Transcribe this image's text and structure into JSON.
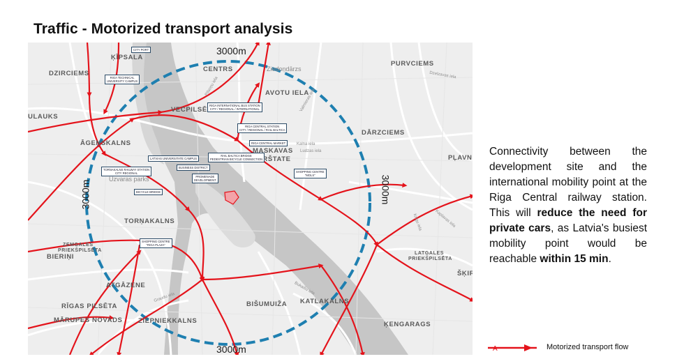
{
  "title": "Traffic - Motorized transport analysis",
  "radius_labels": {
    "top": "3000m",
    "bottom": "3000m",
    "left": "3000m",
    "right": "3000m"
  },
  "districts": {
    "kipsala": "ĶĪPSALA",
    "centrs": "CENTRS",
    "ziedondarzs": "Ziedoņdārzs",
    "purvciems": "PURVCIEMS",
    "dzirciems": "DZIRCIEMS",
    "avotu_iela": "AVOTU IELA",
    "vecpilseta": "VECPILSĒTA",
    "ulauks": "ULAUKS",
    "darzciems": "DĀRZCIEMS",
    "agenskalns": "ĀGENSKALNS",
    "maskavas_forstate_1": "MASKAVAS",
    "maskavas_forstate_2": "FORŠTATE",
    "plavnieki": "PĻAVNIE",
    "uzvaras_parks": "Uzvaras parks",
    "tornakalns": "TORŅAKALNS",
    "zemgales_1": "ZEMGALES",
    "zemgales_2": "PRIEKŠPILSĒTA",
    "bierini": "BIERIŅI",
    "latgales_1": "LATGALES",
    "latgales_2": "PRIEKŠPILSĒTA",
    "skiro": "ŠĶIR",
    "atgazene": "ATGĀZENE",
    "rigas_pilseta": "RĪGAS PILSĒTA",
    "bisumuiza": "BIŠUMUIŽA",
    "katlakalns": "KATLAKALNS",
    "marupes_novads": "MĀRUPES NOVADS",
    "ziepniekkalns": "ZIEPNIEKKALNS",
    "kengarags": "ĶENGARAGS"
  },
  "streets": {
    "dzelzavas": "Dzelzavas iela",
    "valmieras": "Valmieras iela",
    "kalna": "Kalna iela",
    "ludzas": "Ludzas iela",
    "kaplavas": "Kaplavas iela",
    "bukaiu": "Bukaišu iela",
    "graudu": "Graudu iela",
    "kriegu": "Krīgu iela",
    "pilsoņu": "Pilsoņu iela"
  },
  "poi_labels": {
    "city_port": "CITY PORT",
    "rtu_campus": "RIGA TECHNICAL|UNIVERSITY CAMPUS",
    "bus_station": "RIGA INTERNATIONAL BUS STATION|CITY / REGIONAL / INTERNATIONAL",
    "central_station": "RIGA CENTRAL STATION|CITY / REGIONAL / RAIL BALTICA",
    "central_market": "RIGA CENTRAL MARKET",
    "lu_campus": "LATVIAS UNIVERSITATE CAMPUS",
    "rb_bridge": "RAIL BALTICA BRIDGE|PEDESTRIAN BICYCLE CONNECTION",
    "tornakalns_station": "TORNAKALNS RAILWAY STATION|CITY REGIONAL",
    "business_district": "BUSINESS DISTRICT",
    "promenade": "PROMENADE|DEVELOPMENT",
    "bicycle_bridge": "BICYCLE BRIDGE",
    "mols": "SHOPPING CENTRE|\"MOLS\"",
    "riga_plaza": "SHOPPING CENTRE|\"RIGA PLAZA\""
  },
  "description": {
    "p1": "Connectivity between the development site and the international mobility point at the Riga Central railway station. This will ",
    "b1": "reduce the need for private cars",
    "p2": ", as Latvia's busiest mobility point would be reachable ",
    "b2": "within 15 min",
    "p3": "."
  },
  "legend": {
    "label": "Motorized transport flow",
    "marker_letter": "A"
  },
  "colors": {
    "flow": "#e4131b",
    "radius": "#1e7fb0",
    "river": "#c6c6c6",
    "road": "#ffffff",
    "poi_border": "#2b4a66"
  }
}
